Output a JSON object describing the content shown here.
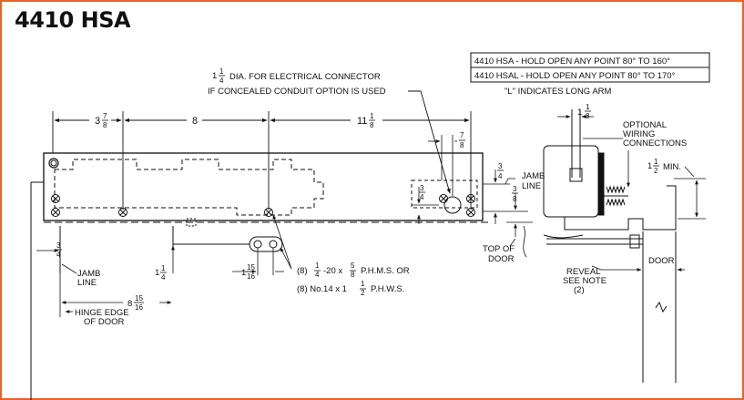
{
  "title": "4410 HSA",
  "legend": {
    "line1": "4410 HSA - HOLD OPEN ANY POINT 80° TO 160°",
    "line2": "4410 HSAL - HOLD OPEN ANY POINT 80° TO 170°",
    "note": "\"L\" INDICATES LONG ARM"
  },
  "callouts": {
    "connector_line1_suffix": "DIA. FOR ELECTRICAL CONNECTOR",
    "connector_line2": "IF CONCEALED CONDUIT OPTION IS USED",
    "optional_wiring_1": "OPTIONAL",
    "optional_wiring_2": "WIRING",
    "optional_wiring_3": "CONNECTIONS",
    "jamb_line_a": "JAMB",
    "jamb_line_b": "LINE",
    "top_of_door_a": "TOP OF",
    "top_of_door_b": "DOOR",
    "min_suffix": "MIN.",
    "reveal_a": "REVEAL",
    "reveal_b": "SEE NOTE",
    "reveal_c": "(2)",
    "door": "DOOR",
    "hinge_a": "HINGE EDGE",
    "hinge_b": "OF DOOR",
    "screw1_suffix": "-20 x",
    "screw1_tail": "P.H.M.S. OR",
    "screw1_prefix": "(8)",
    "screw2_prefix": "(8) No.14 x 1",
    "screw2_tail": "P.H.W.S."
  },
  "dims": {
    "d1_whole": "3",
    "d1_num": "7",
    "d1_den": "8",
    "d2": "8",
    "d3_whole": "11",
    "d3_num": "1",
    "d3_den": "8",
    "conn_whole": "1",
    "conn_num": "1",
    "conn_den": "4",
    "d7_num": "7",
    "d7_den": "8",
    "d34a_num": "3",
    "d34a_den": "4",
    "d34b_num": "3",
    "d34b_den": "4",
    "d38_num": "3",
    "d38_den": "8",
    "d34c_num": "3",
    "d34c_den": "4",
    "d114_whole": "1",
    "d114_num": "1",
    "d114_den": "4",
    "d11516_whole": "1",
    "d11516_num": "15",
    "d11516_den": "16",
    "d81516_whole": "8",
    "d81516_num": "15",
    "d81516_den": "16",
    "d118_whole": "1",
    "d118_num": "1",
    "d118_den": "8",
    "d112_whole": "1",
    "d112_num": "1",
    "d112_den": "2",
    "s1_num": "1",
    "s1_den": "4",
    "s2_num": "5",
    "s2_den": "8",
    "s3_num": "1",
    "s3_den": "2"
  }
}
